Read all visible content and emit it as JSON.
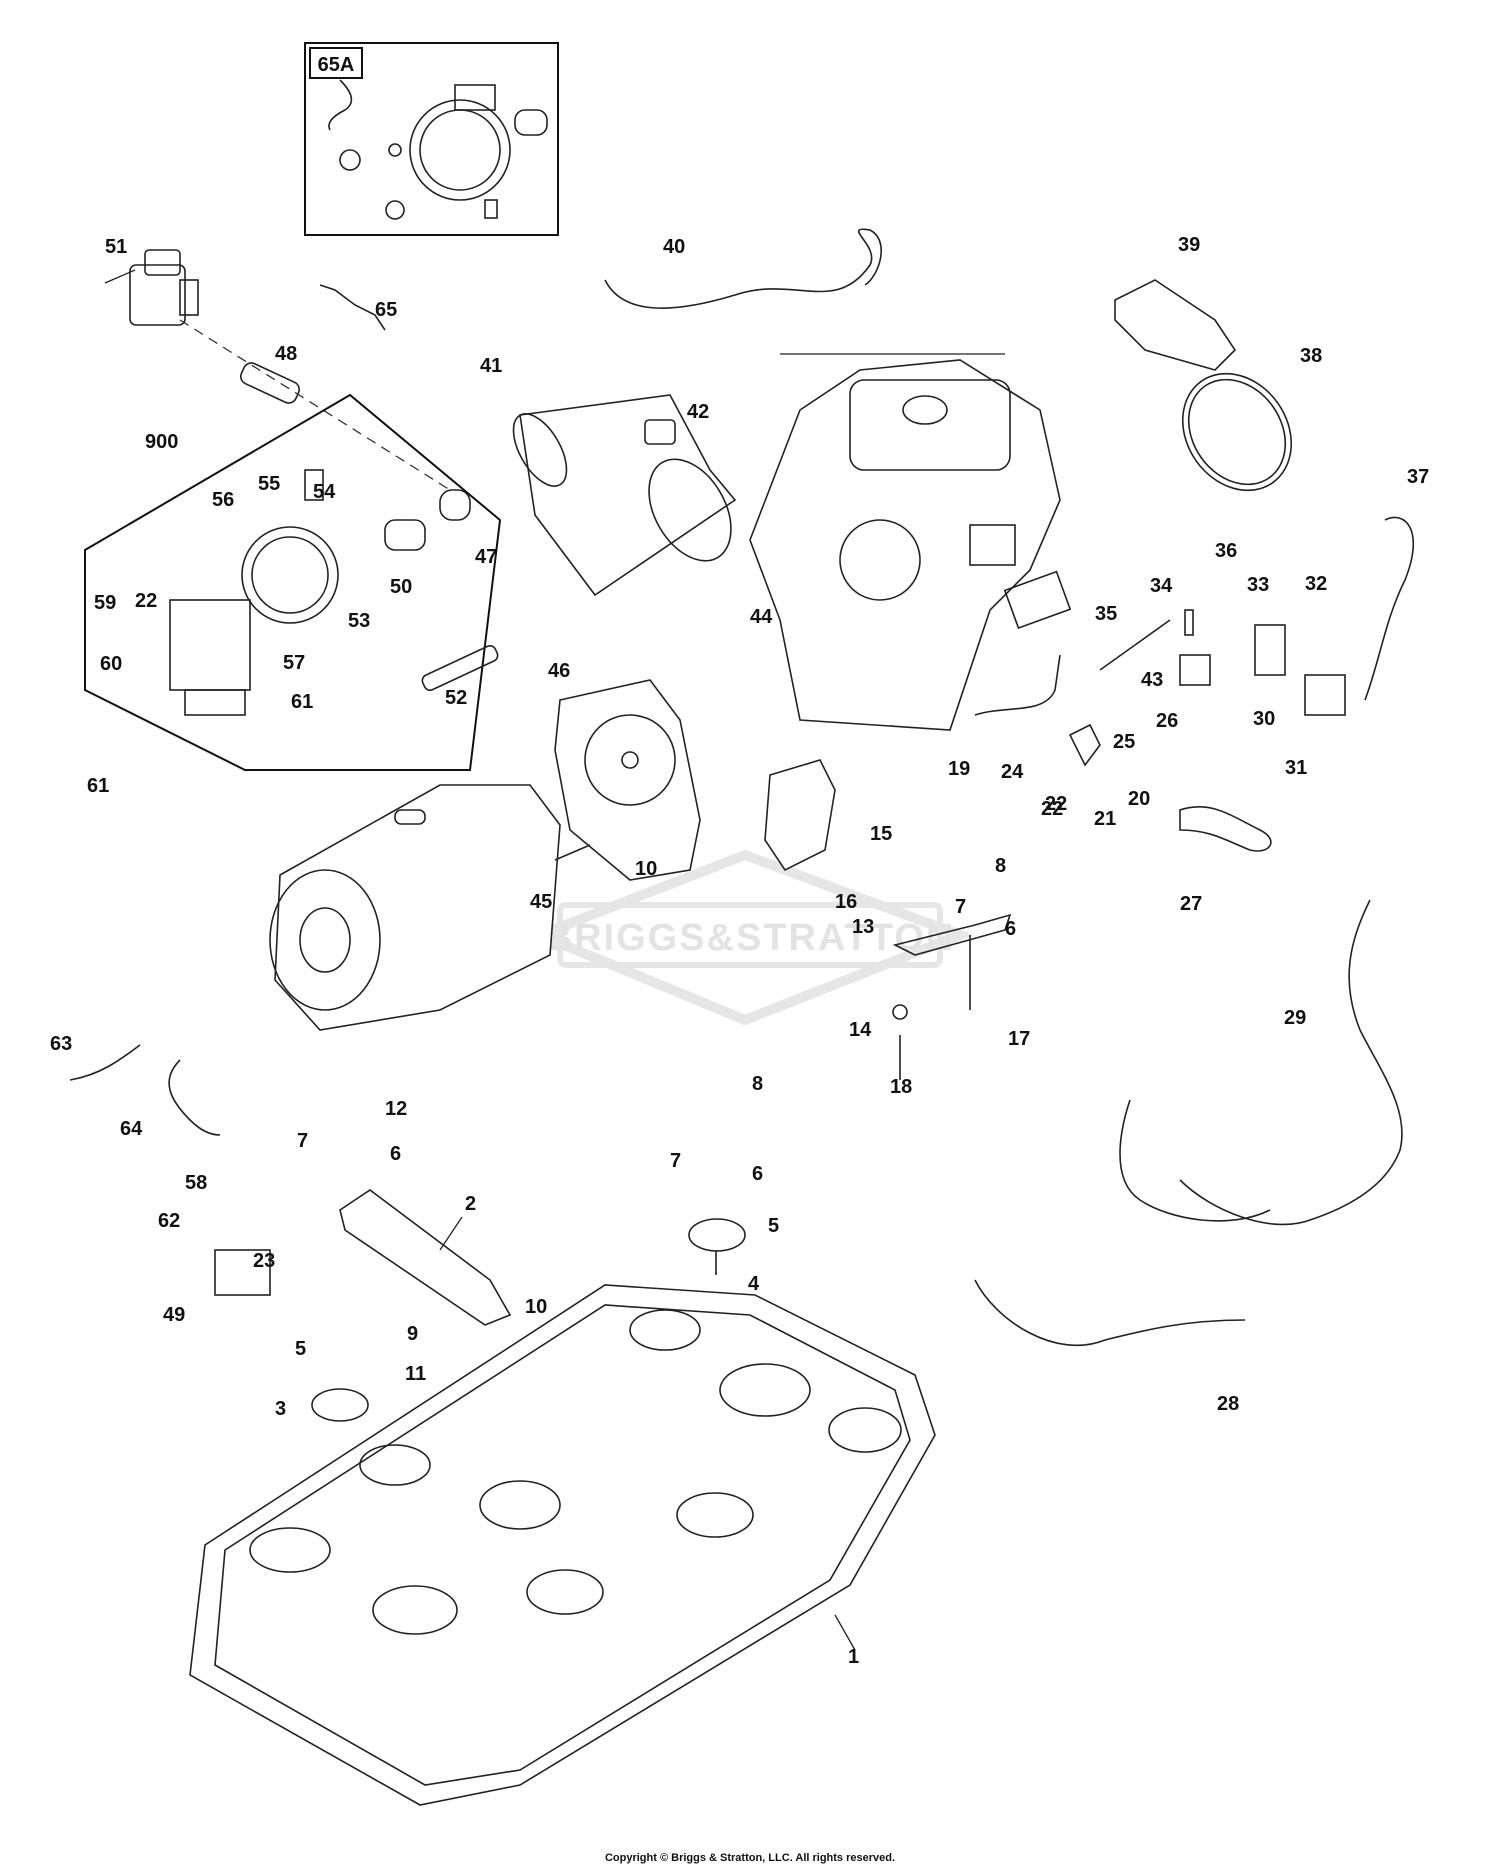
{
  "watermark": "BRIGGS&STRATTON",
  "inset_label": "65A",
  "copyright": "Copyright © Briggs & Stratton, LLC. All rights reserved.",
  "callouts": [
    "1",
    "2",
    "3",
    "4",
    "5",
    "5",
    "6",
    "6",
    "6",
    "7",
    "7",
    "7",
    "8",
    "8",
    "9",
    "10",
    "10",
    "11",
    "12",
    "13",
    "14",
    "15",
    "16",
    "17",
    "18",
    "19",
    "20",
    "21",
    "22",
    "22",
    "22",
    "23",
    "24",
    "25",
    "26",
    "27",
    "28",
    "29",
    "30",
    "31",
    "32",
    "33",
    "34",
    "35",
    "36",
    "37",
    "38",
    "39",
    "40",
    "41",
    "42",
    "43",
    "44",
    "45",
    "46",
    "47",
    "48",
    "49",
    "50",
    "51",
    "52",
    "53",
    "54",
    "55",
    "56",
    "57",
    "58",
    "59",
    "60",
    "61",
    "61",
    "62",
    "63",
    "64",
    "65",
    "900"
  ]
}
